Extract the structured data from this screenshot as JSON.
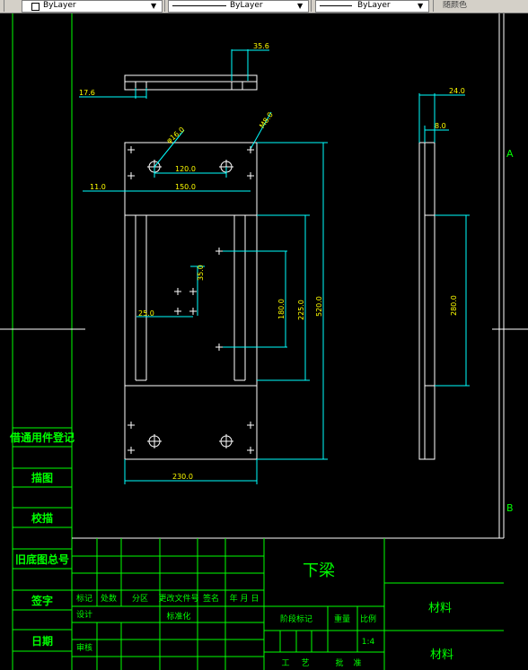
{
  "toolbar": {
    "layer_value": "ByLayer",
    "linetype_value": "ByLayer",
    "lineweight_value": "ByLayer",
    "color_value": "随颜色"
  },
  "drawing": {
    "top_view": {
      "dim_width": "35.6",
      "dim_offset": "17.6"
    },
    "front_view": {
      "dim_hole_dia": "φ16.0",
      "dim_screw": "M8.0",
      "dim_120": "120.0",
      "dim_150": "150.0",
      "dim_11": "11.0",
      "dim_35": "35.0",
      "dim_25": "25.0",
      "dim_180": "180.0",
      "dim_225": "225.0",
      "dim_total_height": "520.0",
      "dim_total_width": "230.0"
    },
    "side_view": {
      "dim_24": "24.0",
      "dim_8": "8.0",
      "dim_280": "280.0"
    },
    "zone_labels": [
      "A",
      "B"
    ]
  },
  "left_strip": {
    "labels": [
      "借通用件登记",
      "描图",
      "校描",
      "旧底图总号",
      "签字",
      "日期"
    ]
  },
  "title_block": {
    "part_name": "下梁",
    "material_label_1": "材料",
    "material_label_2": "材料",
    "header_row": [
      "标记",
      "处数",
      "分区",
      "更改文件号",
      "签名",
      "年 月 日"
    ],
    "design_label": "设计",
    "standardize_label": "标准化",
    "review_label": "审核",
    "stage_mark_label": "阶段标记",
    "weight_label": "重量",
    "scale_label": "比例",
    "scale_value": "1:4",
    "bottom_labels": [
      "工",
      "艺",
      "批",
      "准"
    ]
  }
}
